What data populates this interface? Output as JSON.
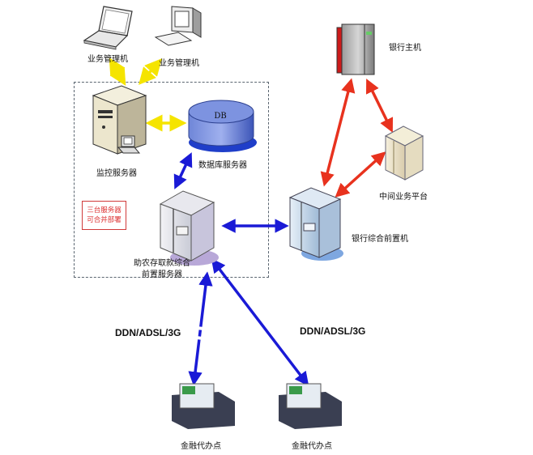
{
  "diagram": {
    "nodes": {
      "mgmt_laptop": {
        "label": "业务管理机",
        "icon": "laptop-icon"
      },
      "mgmt_desktop": {
        "label": "业务管理机",
        "icon": "desktop-computer-icon"
      },
      "monitor_server": {
        "label": "监控服务器",
        "icon": "tower-server-icon"
      },
      "db_server": {
        "label": "数据库服务器",
        "icon": "database-icon",
        "glyph": "DB"
      },
      "front_server": {
        "label_line1": "助农存取款综合",
        "label_line2": "前置服务器",
        "icon": "server-cabinet-icon"
      },
      "bank_host": {
        "label": "银行主机",
        "icon": "mainframe-icon"
      },
      "middle_platform": {
        "label": "中间业务平台",
        "icon": "server-cabinet-icon"
      },
      "bank_front": {
        "label": "银行综合前置机",
        "icon": "server-cabinet-icon"
      },
      "agent_point_1": {
        "label": "金融代办点",
        "icon": "pos-terminal-icon"
      },
      "agent_point_2": {
        "label": "金融代办点",
        "icon": "pos-terminal-icon"
      }
    },
    "group_note": {
      "line1": "三台服务器",
      "line2": "可合并部署"
    },
    "link_labels": [
      "DDN/ADSL/3G",
      "DDN/ADSL/3G"
    ],
    "colors": {
      "yellow_link": "#f5e400",
      "blue_link": "#1a1ad6",
      "red_link": "#e8321e",
      "group_border": "#5a6570",
      "note_red": "#d33333"
    },
    "edges": [
      {
        "from": "mgmt_laptop",
        "to": "monitor_server",
        "color": "yellow"
      },
      {
        "from": "mgmt_desktop",
        "to": "monitor_server",
        "color": "yellow"
      },
      {
        "from": "monitor_server",
        "to": "db_server",
        "color": "yellow"
      },
      {
        "from": "db_server",
        "to": "front_server",
        "color": "blue"
      },
      {
        "from": "front_server",
        "to": "bank_front",
        "color": "blue"
      },
      {
        "from": "front_server",
        "to": "agent_point_1",
        "color": "blue"
      },
      {
        "from": "front_server",
        "to": "agent_point_2",
        "color": "blue"
      },
      {
        "from": "bank_host",
        "to": "bank_front",
        "color": "red"
      },
      {
        "from": "bank_host",
        "to": "middle_platform",
        "color": "red"
      },
      {
        "from": "middle_platform",
        "to": "bank_front",
        "color": "red"
      }
    ]
  }
}
